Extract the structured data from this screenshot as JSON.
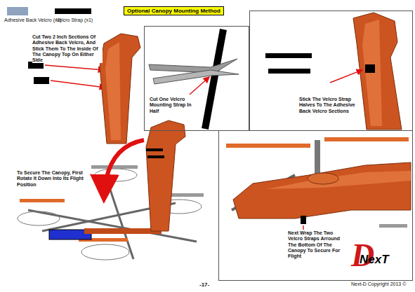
{
  "diagram": {
    "title": "Optional Canopy Mounting Method",
    "nodes": [
      {
        "text": [
          "Cut One Velcro Mounting Strap In Half"
        ]
      },
      {
        "text": [
          "Stick The Velcro Strap Halves To The Adhesive Back Velcro Sections"
        ]
      },
      {
        "text": [
          "Next Wrap The Two Velcro Straps Arround The Bottom Of The Canopy To Secure For Flight"
        ]
      }
    ],
    "labels": [
      "Cut Two 2 Inch Sections Of Adhesive Back Velcro, And Stick Them To The Inside Of The Canopy Top On Either Side",
      "To Secure The Canopy, First Rotate It Down Into Its Flight Position",
      "-17-",
      "D",
      "NexT",
      "Next-D Copyright 2013 ©"
    ],
    "legend": [
      {
        "text": "Adhesive Back Velcro (x1)",
        "color": "#8fa3bf"
      },
      {
        "text": "Velcro Strap (x1)",
        "color": "#000000"
      }
    ]
  }
}
